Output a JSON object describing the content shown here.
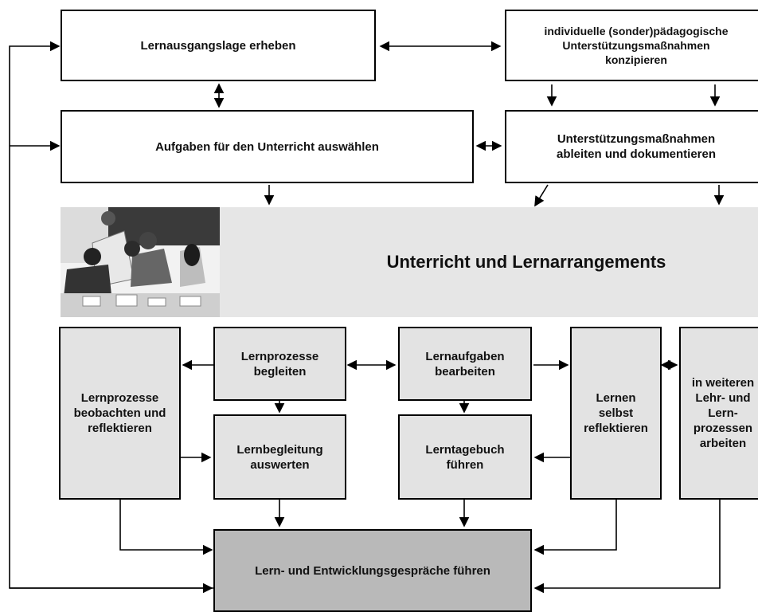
{
  "boxes": {
    "lernausgangslage": "Lernausgangslage erheben",
    "unterstuetzung_konzipieren": "individuelle (sonder)pädagogische\nUnterstützungsmaßnahmen\nkonzipieren",
    "aufgaben_auswaehlen": "Aufgaben für den Unterricht auswählen",
    "unterstuetzung_ableiten": "Unterstützungsmaßnahmen\nableiten und dokumentieren",
    "unterricht": "Unterricht und Lernarrangements",
    "beobachten": "Lernprozesse\nbeobachten und\nreflektieren",
    "begleiten": "Lernprozesse\nbegleiten",
    "auswerten": "Lernbegleitung\nauswerten",
    "lernaufgaben": "Lernaufgaben\nbearbeiten",
    "lerntagebuch": "Lerntagebuch\nführen",
    "selbst_reflektieren": "Lernen\nselbst\nreflektieren",
    "weitere_prozesse": "in weiteren\nLehr- und\nLern-\nprozessen\narbeiten",
    "gespraeche": "Lern- und Entwicklungsgespräche führen"
  },
  "image": {
    "icon": "classroom-photo"
  },
  "colors": {
    "grey_box": "#e3e3e3",
    "dark_box": "#b9b9b9",
    "banner": "#e6e6e6"
  }
}
